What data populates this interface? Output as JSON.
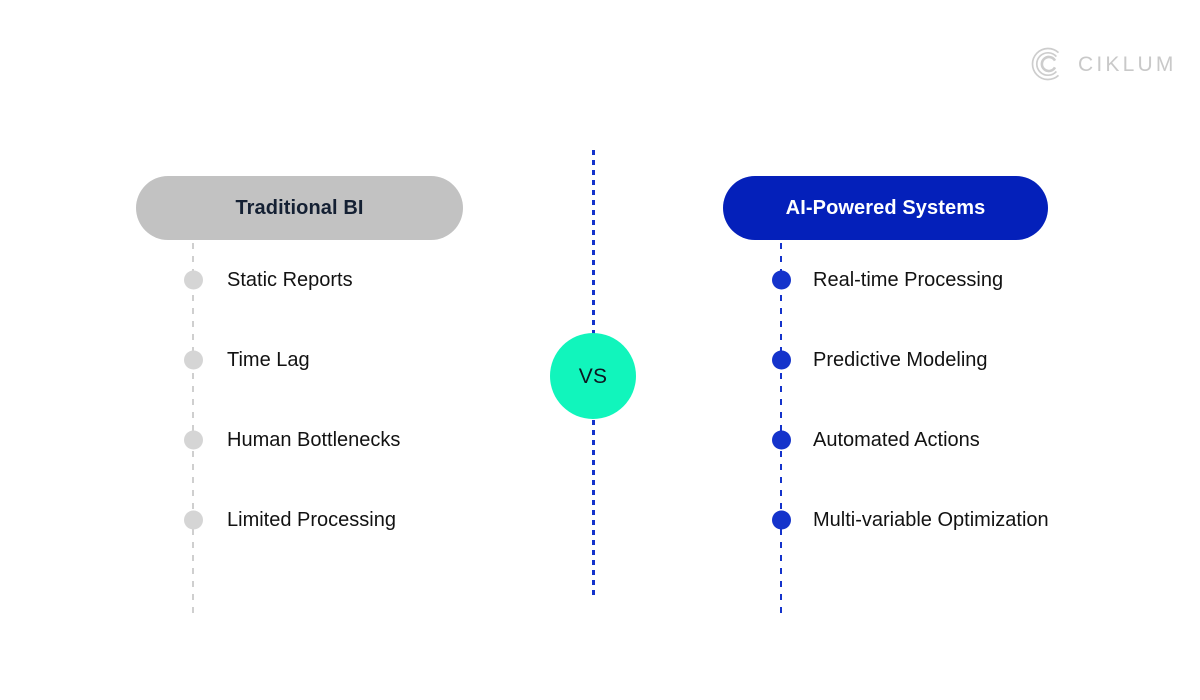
{
  "brand": {
    "logo_icon": "ciklum-c-arc-logo",
    "wordmark": "CIKLUM",
    "color": "#c9c9c9"
  },
  "center": {
    "vs_label": "VS",
    "vs_circle_color": "#11f5bc",
    "vs_text_color": "#0d1520",
    "divider_color": "#1433cb",
    "divider_style": "dotted"
  },
  "chart_data": {
    "type": "table",
    "title": "Traditional BI vs AI-Powered Systems",
    "comparison_separator": "VS",
    "columns": [
      {
        "header": "Traditional BI",
        "header_bg": "#c2c2c2",
        "header_text_color": "#142033",
        "marker_color": "#d5d5d5",
        "items": [
          "Static Reports",
          "Time Lag",
          "Human Bottlenecks",
          "Limited Processing"
        ]
      },
      {
        "header": "AI-Powered Systems",
        "header_bg": "#0420ba",
        "header_text_color": "#ffffff",
        "marker_color": "#1433cb",
        "items": [
          "Real-time Processing",
          "Predictive Modeling",
          "Automated Actions",
          "Multi-variable Optimization"
        ]
      }
    ]
  },
  "left": {
    "title": "Traditional BI",
    "items": [
      {
        "label": "Static Reports"
      },
      {
        "label": "Time Lag"
      },
      {
        "label": "Human Bottlenecks"
      },
      {
        "label": "Limited Processing"
      }
    ]
  },
  "right": {
    "title": "AI-Powered Systems",
    "items": [
      {
        "label": "Real-time Processing"
      },
      {
        "label": "Predictive Modeling"
      },
      {
        "label": "Automated Actions"
      },
      {
        "label": "Multi-variable Optimization"
      }
    ]
  },
  "colors": {
    "background": "#ffffff",
    "gray_pill": "#c2c2c2",
    "blue_pill": "#0420ba",
    "mint": "#11f5bc",
    "blue_accent": "#1433cb",
    "gray_dot": "#d5d5d5",
    "text_dark": "#121212"
  }
}
